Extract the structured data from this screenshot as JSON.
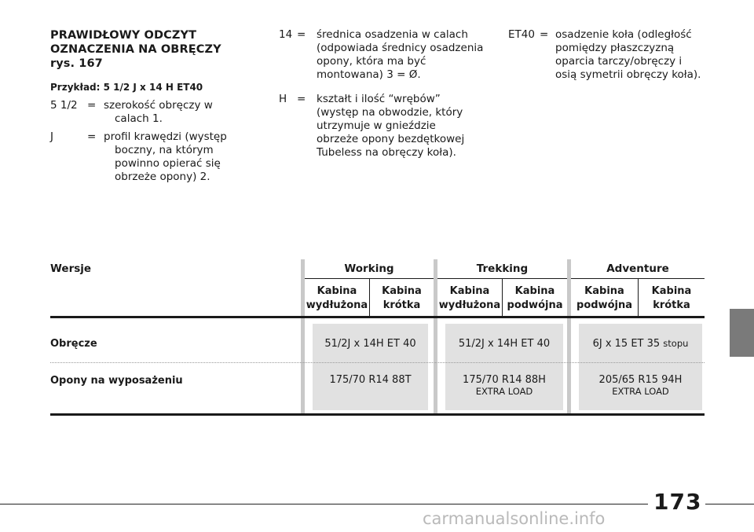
{
  "heading": {
    "line1": "PRAWIDŁOWY ODCZYT",
    "line2": "OZNACZENIA NA OBRĘCZY",
    "line3": "rys. 167"
  },
  "example": "Przykład: 5 1/2 J x 14 H ET40",
  "definitions": [
    {
      "term": "5 1/2",
      "eq": "=",
      "lines": [
        "szerokość obręczy w",
        "calach 1."
      ]
    },
    {
      "term": "J",
      "eq": "=",
      "lines": [
        "profil krawędzi (występ",
        "boczny, na którym",
        "powinno opierać się",
        "obrzeże opony) 2."
      ]
    },
    {
      "term": "14",
      "eq": "=",
      "lines": [
        "średnica osadzenia w calach",
        "(odpowiada średnicy osadzenia",
        "opony, która ma być",
        "montowana) 3 = Ø."
      ]
    },
    {
      "term": "H",
      "eq": "=",
      "lines": [
        "kształt i ilość “wrębów”",
        "(występ na obwodzie, który",
        "utrzymuje w gnieździe",
        "obrzeże opony bezdętkowej",
        "Tubeless na obręczy koła)."
      ]
    },
    {
      "term": "ET40",
      "eq": "=",
      "lines": [
        "osadzenie koła (odległość",
        "pomiędzy płaszczyzną",
        "oparcia tarczy/obręczy i",
        "osią symetrii obręczy koła)."
      ]
    }
  ],
  "table": {
    "versions_label": "Wersje",
    "groups": [
      "Working",
      "Trekking",
      "Adventure"
    ],
    "subcols": [
      {
        "l1": "Kabina",
        "l2": "wydłużona"
      },
      {
        "l1": "Kabina",
        "l2": "krótka"
      },
      {
        "l1": "Kabina",
        "l2": "wydłużona"
      },
      {
        "l1": "Kabina",
        "l2": "podwójna"
      },
      {
        "l1": "Kabina",
        "l2": "podwójna"
      },
      {
        "l1": "Kabina",
        "l2": "krótka"
      }
    ],
    "rows": [
      {
        "label": "Obręcze",
        "values": [
          "51/2J x 14H ET 40",
          "51/2J x 14H ET 40",
          "6J x 15 ET 35"
        ],
        "suffix_adventure": "stopu"
      },
      {
        "label": "Opony na wyposażeniu",
        "values": [
          "175/70 R14 88T",
          "175/70 R14 88H",
          "205/65 R15 94H"
        ],
        "subs": [
          "",
          "EXTRA LOAD",
          "EXTRA LOAD"
        ]
      }
    ]
  },
  "page_number": "173",
  "watermark": "carmanualsonline.info"
}
